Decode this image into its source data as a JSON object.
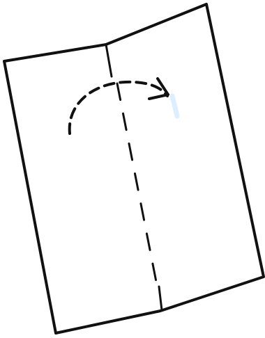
{
  "diagram": {
    "subject": "paper-fold-instruction",
    "colors": {
      "background": "#ffffff",
      "stroke": "#111111",
      "highlight": "#dceeff"
    },
    "icons": {
      "paper": "paper-sheet-outline",
      "crease": "valley-fold-dashed-line",
      "motion": "fold-over-arrow"
    }
  }
}
